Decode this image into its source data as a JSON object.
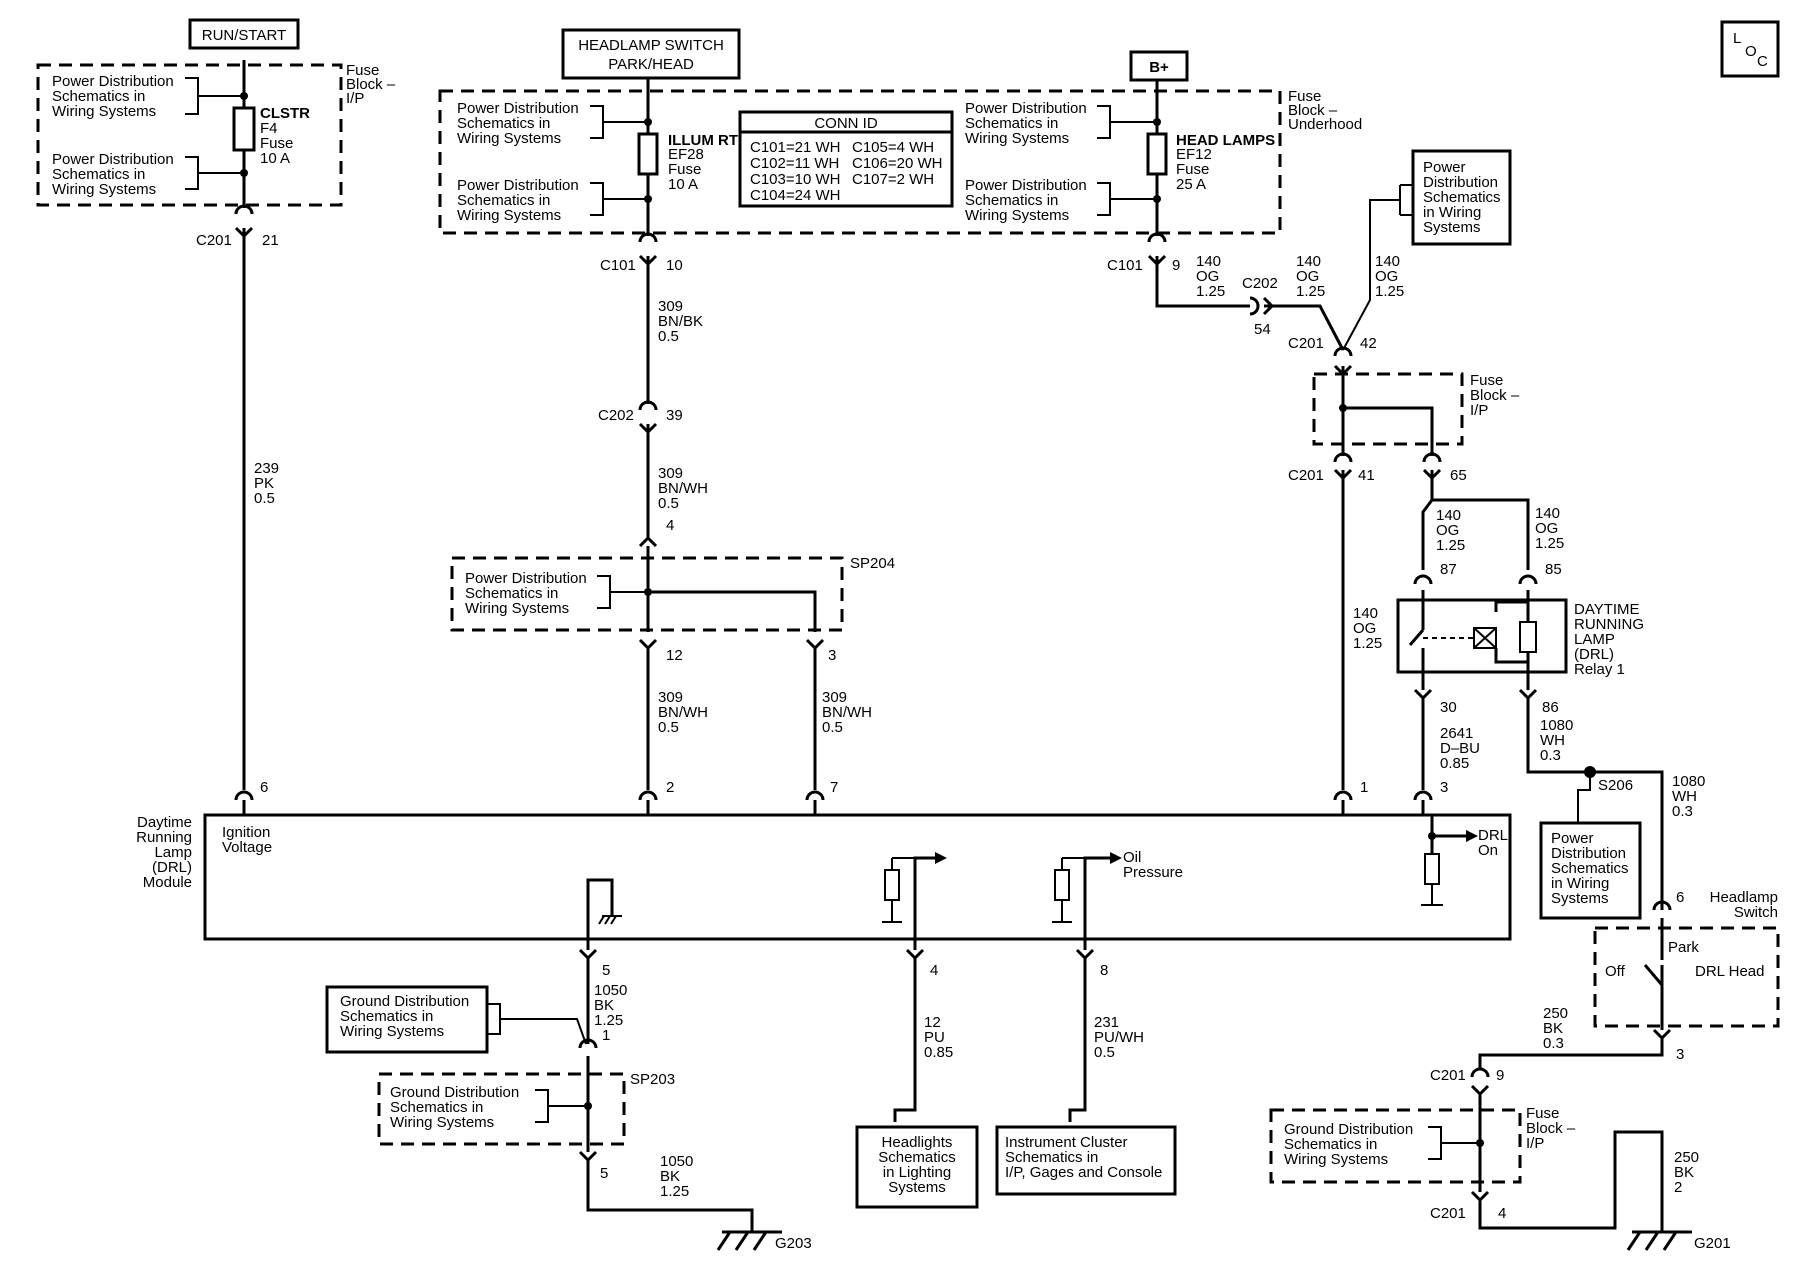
{
  "labels": {
    "run_start": "RUN/START",
    "headlamp_switch_1": "HEADLAMP SWITCH",
    "headlamp_switch_2": "PARK/HEAD",
    "bplus": "B+",
    "loc_l": "L",
    "loc_o": "O",
    "loc_c": "C",
    "pd1": "Power Distribution",
    "pd2": "Schematics in",
    "pd3": "Wiring Systems",
    "pds1": "Power",
    "pds2": "Distribution",
    "pds3": "Schematics",
    "pds4": "in Wiring",
    "pds5": "Systems",
    "pdb4": "Systems",
    "pdb3_wiring": "Wiring Systems",
    "gd1": "Ground Distribution",
    "gd2": "Schematics in",
    "gd3": "Wiring Systems",
    "fuse_word": "Fuse",
    "fb_block": "Block –",
    "fb_ip": "I/P",
    "fb_underhood": "Underhood",
    "clstr": "CLSTR",
    "clstr_f": "F4",
    "clstr_a": "10 A",
    "illum": "ILLUM RT",
    "illum_f": "EF28",
    "illum_a": "10 A",
    "headlamps": "HEAD LAMPS",
    "headlamps_f": "EF12",
    "headlamps_a": "25 A",
    "conn_title": "CONN ID",
    "conn_l1": "C101=21 WH",
    "conn_l2": "C102=11 WH",
    "conn_l3": "C103=10 WH",
    "conn_l4": "C104=24 WH",
    "conn_r1": "C105=4 WH",
    "conn_r2": "C106=20 WH",
    "conn_r3": "C107=2 WH",
    "c201": "C201",
    "c101": "C101",
    "c202": "C202",
    "sp204": "SP204",
    "sp203": "SP203",
    "s206": "S206",
    "g203": "G203",
    "g201": "G201",
    "pin_21": "21",
    "pin_10": "10",
    "pin_9": "9",
    "pin_54": "54",
    "pin_42": "42",
    "pin_39": "39",
    "pin_4": "4",
    "pin_41": "41",
    "pin_65": "65",
    "pin_87": "87",
    "pin_85": "85",
    "pin_12": "12",
    "pin_3": "3",
    "pin_30": "30",
    "pin_86": "86",
    "pin_6": "6",
    "pin_2": "2",
    "pin_7": "7",
    "pin_1": "1",
    "pin_5": "5",
    "pin_8": "8",
    "w_239": "239",
    "w_pk": "PK",
    "w_05": "0.5",
    "w_309": "309",
    "w_bnbk": "BN/BK",
    "w_bnwh": "BN/WH",
    "w_140": "140",
    "w_og": "OG",
    "w_125": "1.25",
    "w_2641": "2641",
    "w_dbu": "D–BU",
    "w_085": "0.85",
    "w_1080": "1080",
    "w_wh": "WH",
    "w_03": "0.3",
    "w_1050": "1050",
    "w_bk": "BK",
    "w_12": "12",
    "w_pu": "PU",
    "w_231": "231",
    "w_puwh": "PU/WH",
    "w_250": "250",
    "w_2": "2",
    "drl_mod1": "Daytime",
    "drl_mod2": "Running",
    "drl_mod3": "Lamp",
    "drl_mod4": "(DRL)",
    "drl_mod5": "Module",
    "ign1": "Ignition",
    "ign2": "Voltage",
    "oil1": "Oil",
    "oil2": "Pressure",
    "drl_on1": "DRL",
    "drl_on2": "On",
    "relay1": "DAYTIME",
    "relay2": "RUNNING",
    "relay3": "LAMP",
    "relay4": "(DRL)",
    "relay5": "Relay 1",
    "hs1": "Headlamp",
    "hs2": "Switch",
    "park": "Park",
    "off": "Off",
    "drl_head": "DRL Head",
    "hl1": "Headlights",
    "hl2": "Schematics",
    "hl3": "in Lighting",
    "hl4": "Systems",
    "ic1": "Instrument Cluster",
    "ic2": "Schematics in",
    "ic3": "I/P, Gages and Console"
  }
}
